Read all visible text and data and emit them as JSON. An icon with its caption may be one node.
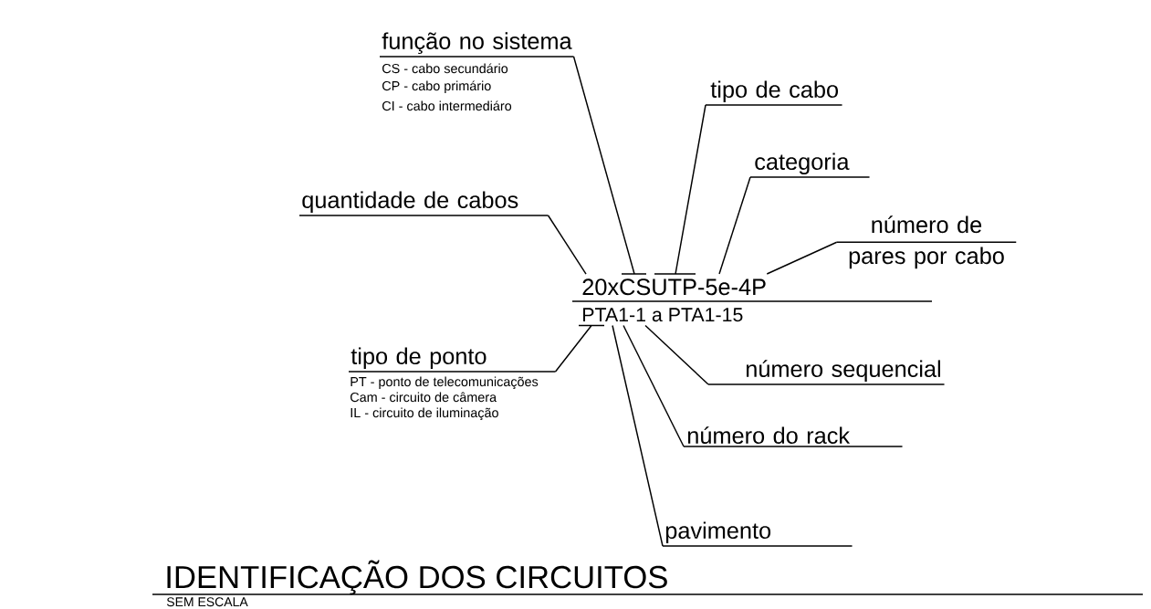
{
  "diagram": {
    "title": "IDENTIFICAÇÃO DOS CIRCUITOS",
    "caption": "SEM ESCALA",
    "nodes": [
      {
        "text": [
          "função no sistema"
        ],
        "beside": [
          "CS - cabo secundário",
          "CP - cabo primário",
          "CI - cabo intermediáro"
        ]
      },
      {
        "text": [
          "tipo de cabo"
        ]
      },
      {
        "text": [
          "categoria"
        ]
      },
      {
        "text": [
          "quantidade de cabos"
        ]
      },
      {
        "text": [
          "número de pares por cabo"
        ]
      },
      {
        "text": [
          "20xCSUTP-5e-4P"
        ]
      },
      {
        "text": [
          "PTA1-1 a PTA1-15"
        ]
      },
      {
        "text": [
          "tipo de ponto"
        ],
        "beside": [
          "PT - ponto de telecomunicações",
          "Cam - circuito de câmera",
          "IL - circuito de iluminação"
        ]
      },
      {
        "text": [
          "número sequencial"
        ]
      },
      {
        "text": [
          "número do rack"
        ]
      },
      {
        "text": [
          "pavimento"
        ]
      }
    ],
    "edges": [
      {
        "from": 0,
        "to": 5,
        "arrow": "none"
      },
      {
        "from": 1,
        "to": 5,
        "arrow": "none"
      },
      {
        "from": 2,
        "to": 5,
        "arrow": "none"
      },
      {
        "from": 3,
        "to": 5,
        "arrow": "none"
      },
      {
        "from": 4,
        "to": 5,
        "arrow": "none"
      },
      {
        "from": 7,
        "to": 6,
        "arrow": "none"
      },
      {
        "from": 8,
        "to": 6,
        "arrow": "none"
      },
      {
        "from": 9,
        "to": 6,
        "arrow": "none"
      },
      {
        "from": 10,
        "to": 6,
        "arrow": "none"
      }
    ]
  }
}
